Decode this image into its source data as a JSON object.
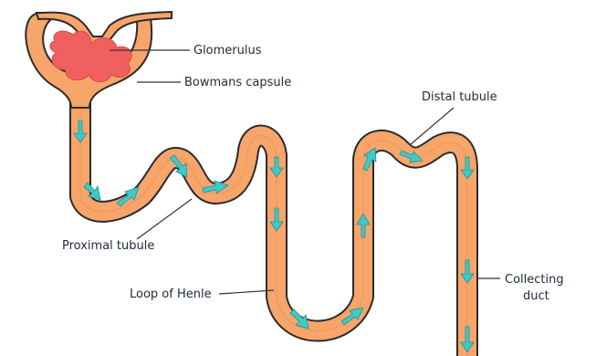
{
  "labels": {
    "glomerulus": "Glomerulus",
    "bowmans_capsule": "Bowmans capsule",
    "distal_tubule": "Distal tubule",
    "proximal_tubule": "Proximal tubule",
    "loop_of_henle": "Loop of Henle",
    "collecting_duct_line1": "Collecting",
    "collecting_duct_line2": "duct"
  },
  "colors": {
    "tubule_fill": "#f7a56a",
    "tubule_outline": "#2b2b2b",
    "glomerulus": "#f06060",
    "arrow": "#3fc9c9",
    "leader_line": "#333333"
  }
}
